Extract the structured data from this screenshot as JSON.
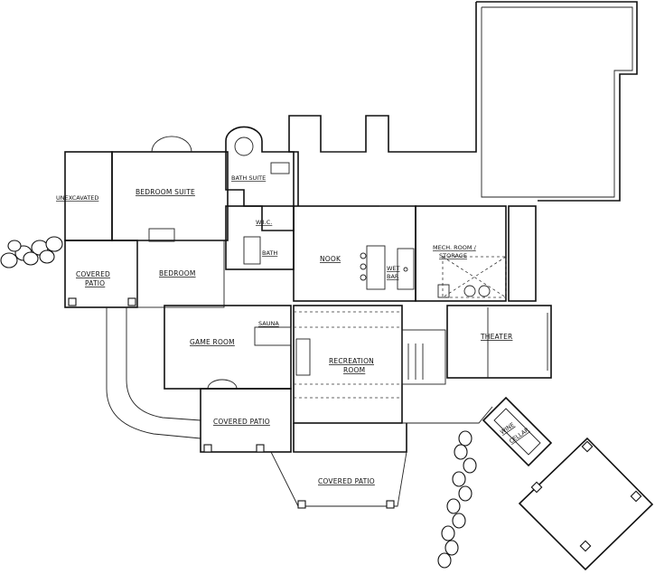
{
  "rooms": {
    "unexcavated": "UNEXCAVATED",
    "bedroom_suite": "BEDROOM SUITE",
    "bath_suite": "BATH SUITE",
    "wic": "W.I.C.",
    "bath": "BATH",
    "nook": "NOOK",
    "wet_bar_1": "WET",
    "wet_bar_2": "BAR",
    "mech_1": "MECH. ROOM /",
    "mech_2": "STORAGE",
    "covered_patio_left_1": "COVERED",
    "covered_patio_left_2": "PATIO",
    "bedroom": "BEDROOM",
    "sauna": "SAUNA",
    "game_room": "GAME ROOM",
    "recreation_1": "RECREATION",
    "recreation_2": "ROOM",
    "theater": "THEATER",
    "covered_patio_mid": "COVERED PATIO",
    "covered_patio_bottom": "COVERED PATIO",
    "wine_1": "WINE",
    "wine_2": "CELLAR"
  },
  "colors": {
    "line": "#111111",
    "background": "#ffffff"
  }
}
